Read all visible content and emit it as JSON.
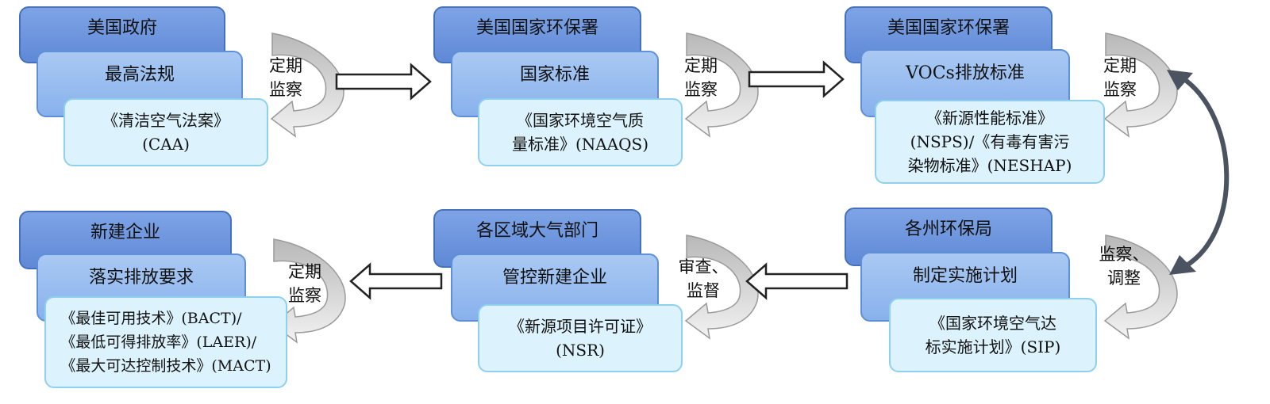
{
  "row1": [
    {
      "org": "美国政府",
      "level": "最高法规",
      "law_lines": [
        "《清洁空气法案》",
        "(CAA)"
      ]
    },
    {
      "org": "美国国家环保署",
      "level": "国家标准",
      "law_lines": [
        "《国家环境空气质",
        "量标准》(NAAQS)"
      ]
    },
    {
      "org": "美国国家环保署",
      "level": "VOCs排放标准",
      "law_lines": [
        "《新源性能标准》",
        "(NSPS)/《有毒有害污",
        "染物标准》(NESHAP)"
      ]
    }
  ],
  "row2": [
    {
      "org": "新建企业",
      "level": "落实排放要求",
      "law_lines": [
        "《最佳可用技术》(BACT)/",
        "《最低可得排放率》(LAER)/",
        "《最大可达控制技术》(MACT)"
      ]
    },
    {
      "org": "各区域大气部门",
      "level": "管控新建企业",
      "law_lines": [
        "《新源项目许可证》",
        "(NSR)"
      ]
    },
    {
      "org": "各州环保局",
      "level": "制定实施计划",
      "law_lines": [
        "《国家环境空气达",
        "标实施计划》(SIP)"
      ]
    }
  ],
  "arrow_labels": {
    "a1": [
      "定期",
      "监察"
    ],
    "a2": [
      "定期",
      "监察"
    ],
    "a3": [
      "定期",
      "监察"
    ],
    "a4": [
      "定期",
      "监察"
    ],
    "a5": [
      "审查、",
      "监督"
    ],
    "a6": [
      "监察、",
      "调整"
    ]
  }
}
